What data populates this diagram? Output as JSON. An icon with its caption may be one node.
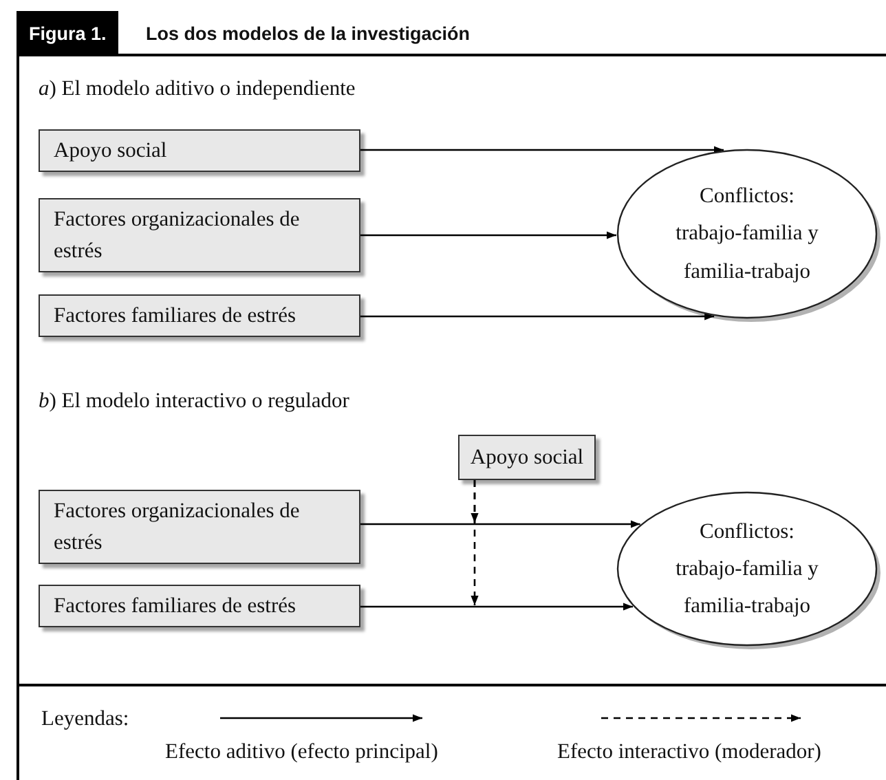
{
  "diagram": {
    "title": "Los dos modelos de la investigación",
    "nodes": [
      {
        "text": [
          "Apoyo social"
        ]
      },
      {
        "text": [
          "Factores organizacionales de estrés"
        ]
      },
      {
        "text": [
          "Factores familiares de estrés"
        ]
      },
      {
        "text": [
          "Conflictos: trabajo-familia y familia-trabajo"
        ]
      },
      {
        "text": [
          "Apoyo social"
        ]
      },
      {
        "text": [
          "Factores organizacionales de estrés"
        ]
      },
      {
        "text": [
          "Factores familiares de estrés"
        ]
      },
      {
        "text": [
          "Conflictos: trabajo-familia y familia-trabajo"
        ]
      }
    ],
    "edges": [
      {
        "from": 0,
        "to": 3,
        "arrow": "to"
      },
      {
        "from": 1,
        "to": 3,
        "arrow": "to"
      },
      {
        "from": 2,
        "to": 3,
        "arrow": "to"
      },
      {
        "from": 5,
        "to": 7,
        "arrow": "to"
      },
      {
        "from": 6,
        "to": 7,
        "arrow": "to"
      },
      {
        "from": 4,
        "to": null,
        "arrow": "to",
        "style": "dashed"
      },
      {
        "from": 4,
        "to": null,
        "arrow": "to",
        "style": "dashed"
      }
    ],
    "labels": [
      "Figura 1.",
      "*a*) El modelo aditivo o independiente",
      "*b*) El modelo interactivo o regulador",
      "Leyendas:"
    ],
    "legend": [
      {
        "text": "Efecto aditivo (efecto principal)"
      },
      {
        "text": "Efecto interactivo (moderador)"
      }
    ]
  }
}
